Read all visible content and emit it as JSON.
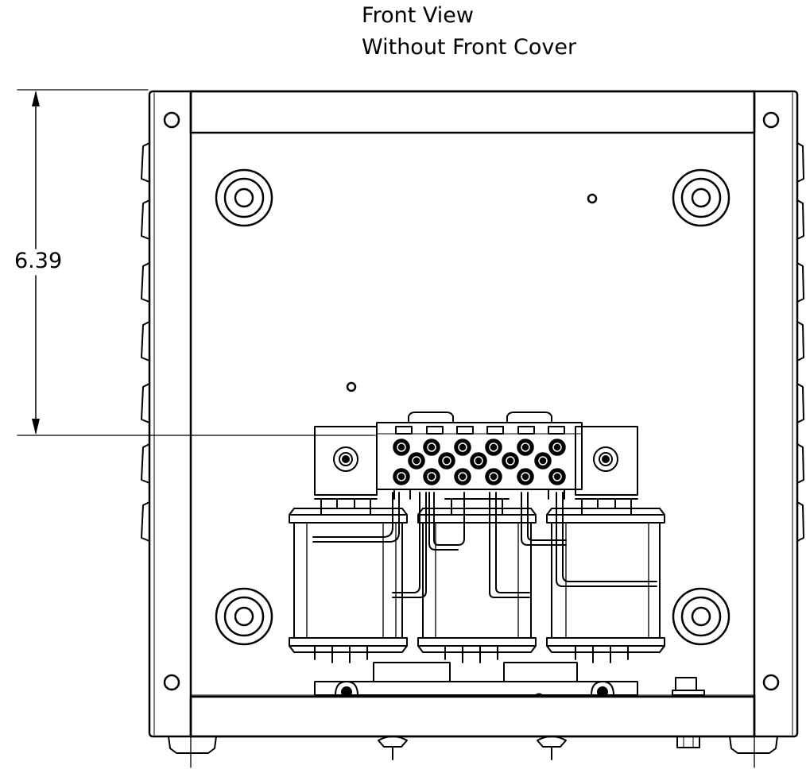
{
  "title": {
    "line1": "Front View",
    "line2": "Without Front Cover"
  },
  "dimension": {
    "height_value": "6.39"
  },
  "colors": {
    "stroke": "#000000",
    "background": "#ffffff"
  }
}
